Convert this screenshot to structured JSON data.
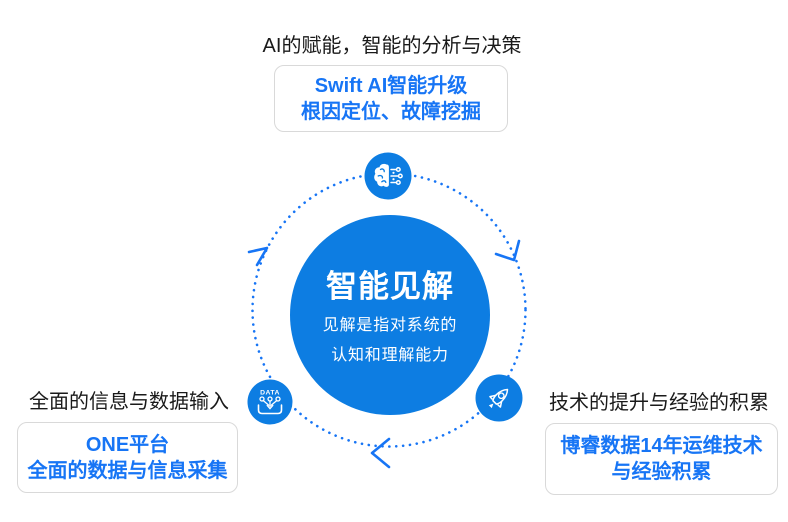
{
  "captions": {
    "top": "AI的赋能，智能的分析与决策",
    "left": "全面的信息与数据输入",
    "right": "技术的提升与经验的积累"
  },
  "cards": {
    "top": {
      "line1": "Swift AI智能升级",
      "line2": "根因定位、故障挖掘"
    },
    "left": {
      "line1": "ONE平台",
      "line2": "全面的数据与信息采集"
    },
    "right": {
      "line1": "博睿数据14年运维技术",
      "line2": "与经验积累"
    }
  },
  "center": {
    "title": "智能见解",
    "subtitle_line1": "见解是指对系统的",
    "subtitle_line2": "认知和理解能力"
  },
  "icons": {
    "top": "ai-brain-icon",
    "bottom_left": "data-collection-icon",
    "bottom_right": "rocket-icon",
    "data_label": "DATA"
  },
  "colors": {
    "primary_blue": "#1775F5",
    "circle_blue": "#0D7DE2",
    "card_border": "#D9D9D9",
    "text_dark": "#1A1A1A",
    "text_on_blue": "#FFFFFF"
  }
}
